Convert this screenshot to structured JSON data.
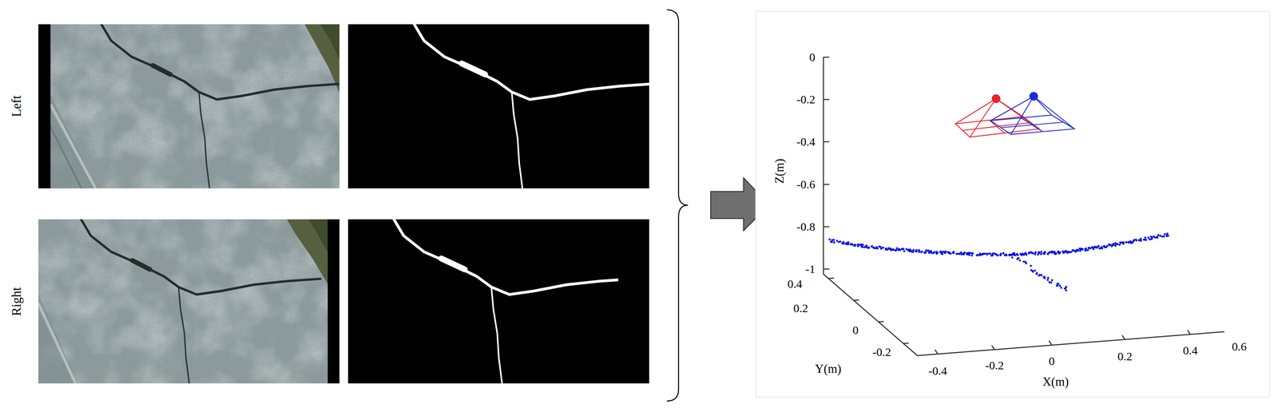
{
  "diagram": {
    "labels": [
      "Left",
      "Right",
      "0",
      "-0.2",
      "-0.4",
      "-0.6",
      "-0.8",
      "-1",
      "Z(m)",
      "0.4",
      "0.2",
      "0",
      "-0.2",
      "Y(m)",
      "-0.4",
      "-0.2",
      "0",
      "0.2",
      "0.4",
      "0.6",
      "X(m)"
    ]
  }
}
